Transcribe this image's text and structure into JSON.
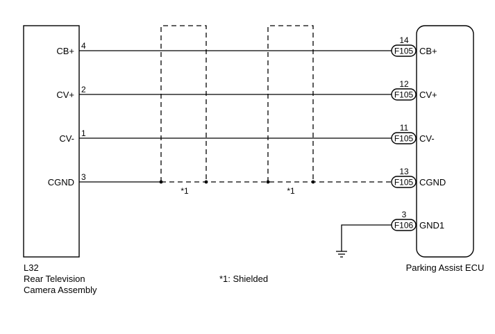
{
  "left_component": {
    "id": "L32",
    "name_lines": [
      "Rear Television",
      "Camera Assembly"
    ]
  },
  "right_component": {
    "name": "Parking Assist ECU"
  },
  "shield_label": "*1",
  "note": "*1: Shielded",
  "wires": [
    {
      "left_signal": "CB+",
      "left_pin": "4",
      "connector": "F105",
      "right_pin": "14",
      "right_signal": "CB+"
    },
    {
      "left_signal": "CV+",
      "left_pin": "2",
      "connector": "F105",
      "right_pin": "12",
      "right_signal": "CV+"
    },
    {
      "left_signal": "CV-",
      "left_pin": "1",
      "connector": "F105",
      "right_pin": "11",
      "right_signal": "CV-"
    },
    {
      "left_signal": "CGND",
      "left_pin": "3",
      "connector": "F105",
      "right_pin": "13",
      "right_signal": "CGND"
    }
  ],
  "ground_pin": {
    "connector": "F106",
    "pin": "3",
    "signal": "GND1"
  },
  "colors": {
    "line": "#000000",
    "background": "#ffffff"
  },
  "icons": {
    "ground": "ground-symbol-icon"
  }
}
